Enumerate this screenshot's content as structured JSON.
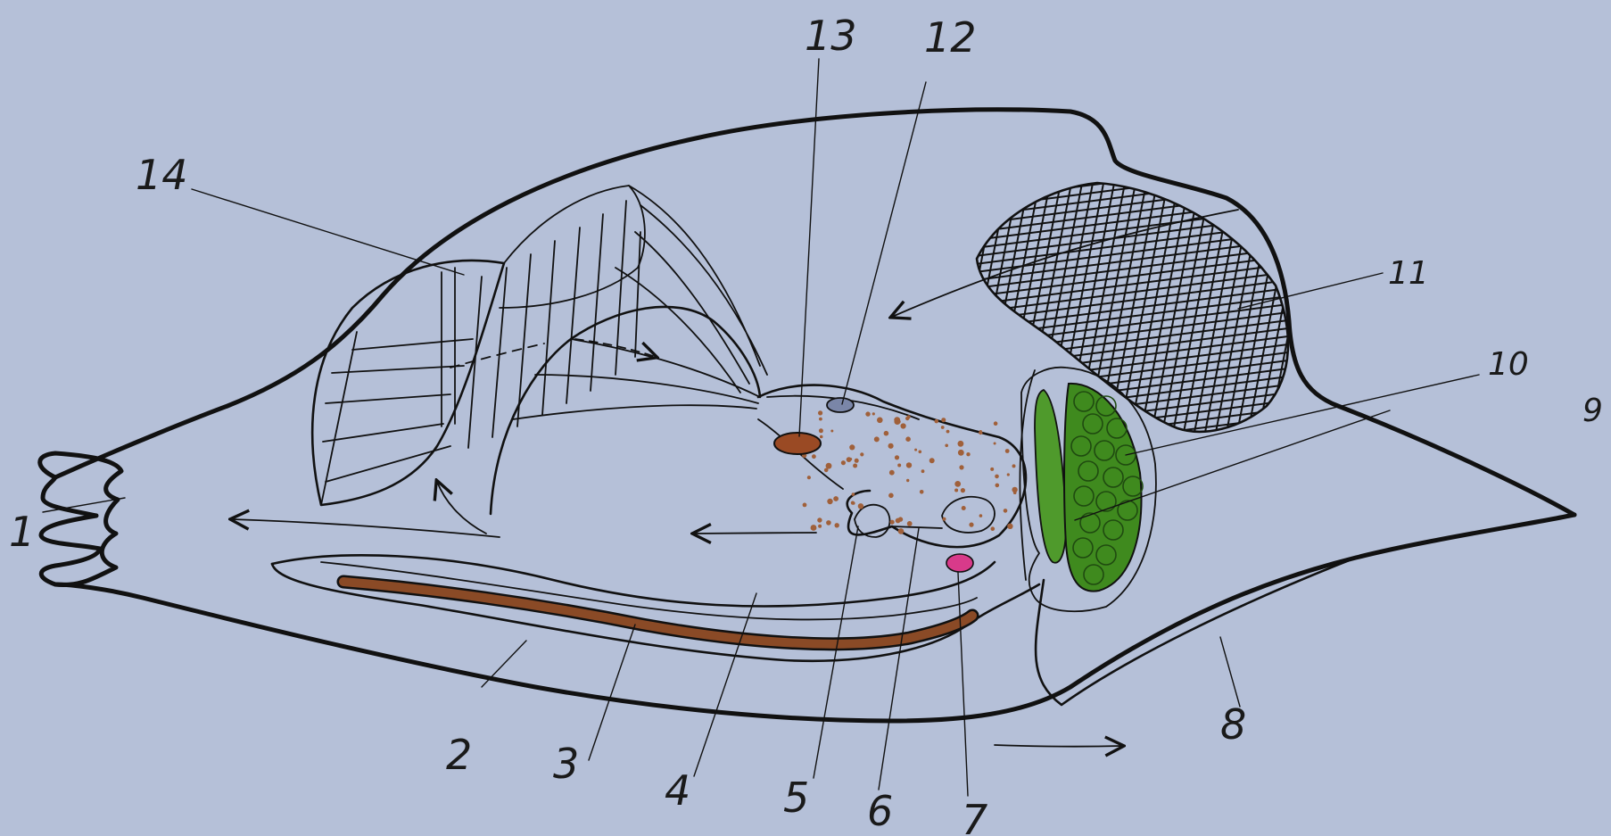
{
  "labels": {
    "l1": "1",
    "l2": "2",
    "l3": "3",
    "l4": "4",
    "l5": "5",
    "l6": "6",
    "l7": "7",
    "l8": "8",
    "l9": "9",
    "l10": "10",
    "l11": "11",
    "l12": "12",
    "l13": "13",
    "l14": "14"
  },
  "colors": {
    "background": "#b5c0d8",
    "ink": "#111111",
    "green_organ": "#3f8a1e",
    "green_band": "#4f9a2c",
    "brown_cord": "#8a4a26",
    "brown_spot": "#9a4a24",
    "pink_spot": "#d83a8a",
    "blue_spot": "#7a86a8",
    "speckle": "#a0603a"
  }
}
